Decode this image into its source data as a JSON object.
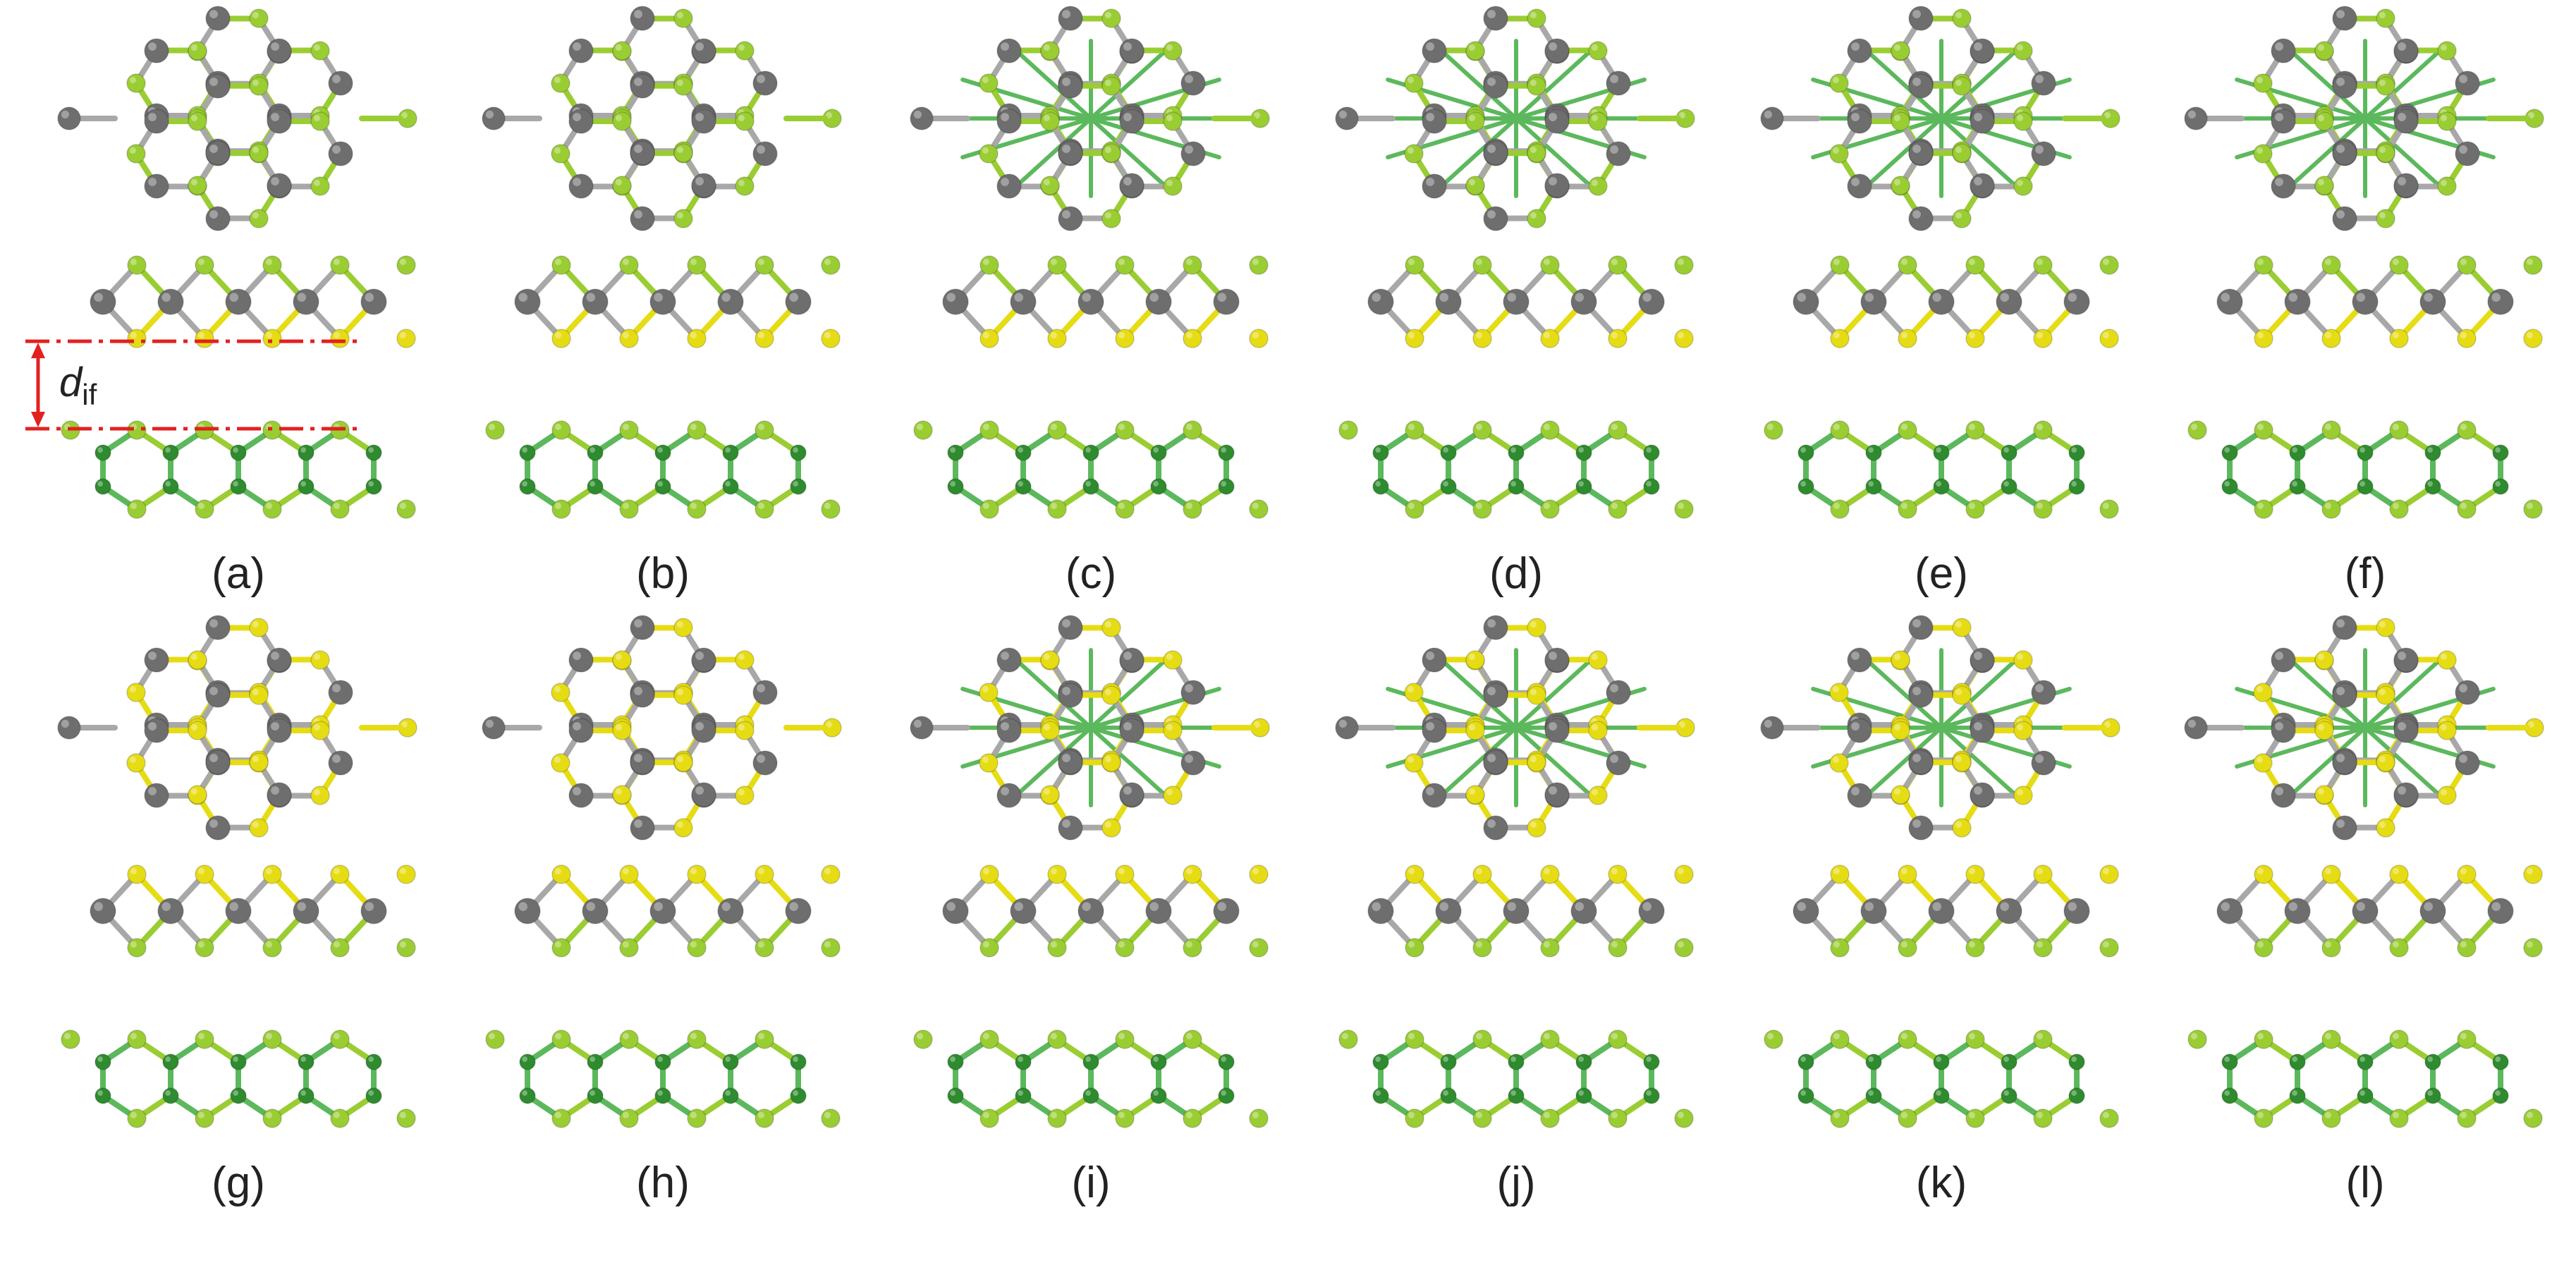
{
  "figure": {
    "panels": [
      {
        "label": "(a)",
        "top_color": "#9acd32",
        "wrap": false
      },
      {
        "label": "(b)",
        "top_color": "#9acd32",
        "wrap": false
      },
      {
        "label": "(c)",
        "top_color": "#9acd32",
        "wrap": true
      },
      {
        "label": "(d)",
        "top_color": "#9acd32",
        "wrap": true
      },
      {
        "label": "(e)",
        "top_color": "#9acd32",
        "wrap": true
      },
      {
        "label": "(f)",
        "top_color": "#9acd32",
        "wrap": true
      },
      {
        "label": "(g)",
        "top_color": "#e6dc14",
        "wrap": false
      },
      {
        "label": "(h)",
        "top_color": "#e6dc14",
        "wrap": false
      },
      {
        "label": "(i)",
        "top_color": "#e6dc14",
        "wrap": true
      },
      {
        "label": "(j)",
        "top_color": "#e6dc14",
        "wrap": true
      },
      {
        "label": "(k)",
        "top_color": "#e6dc14",
        "wrap": true
      },
      {
        "label": "(l)",
        "top_color": "#e6dc14",
        "wrap": true
      }
    ],
    "annotation": {
      "symbol": "d",
      "subscript": "if"
    },
    "colors": {
      "metal_atom": "#6e6e6e",
      "bond_gray": "#a8a8a8",
      "light_green_atom": "#9acd32",
      "dark_green_atom": "#2e8b2e",
      "yellow_atom": "#e6dc14",
      "bond_green": "#5cb85c",
      "marker_red": "#e32020"
    }
  }
}
